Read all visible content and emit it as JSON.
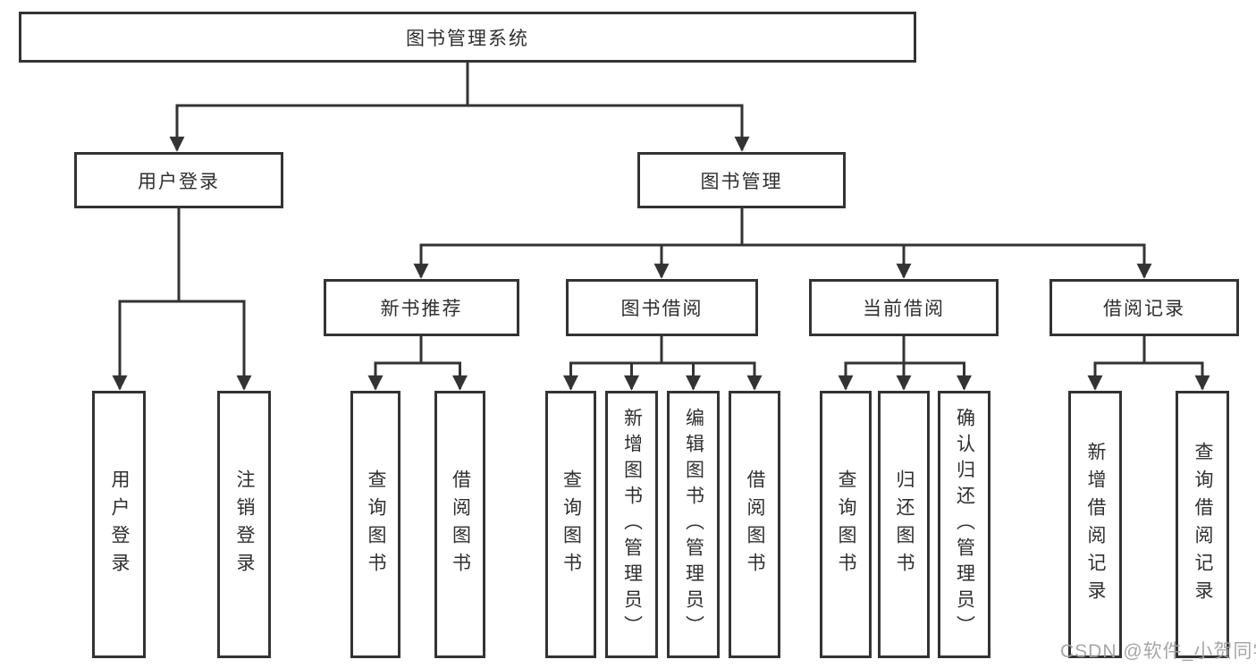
{
  "diagram": {
    "root": "图书管理系统",
    "branches": [
      {
        "label": "用户登录",
        "leaves": [
          "用户登录",
          "注销登录"
        ]
      },
      {
        "label": "图书管理",
        "children": [
          {
            "label": "新书推荐",
            "leaves": [
              "查询图书",
              "借阅图书"
            ]
          },
          {
            "label": "图书借阅",
            "leaves": [
              "查询图书",
              "新增图书（管理员）",
              "编辑图书（管理员）",
              "借阅图书"
            ]
          },
          {
            "label": "当前借阅",
            "leaves": [
              "查询图书",
              "归还图书",
              "确认归还（管理员）"
            ]
          },
          {
            "label": "借阅记录",
            "leaves": [
              "新增借阅记录",
              "查询借阅记录"
            ]
          }
        ]
      }
    ]
  },
  "watermark": "CSDN @软件_小贺同学",
  "colors": {
    "line": "#333333",
    "text": "#2f2f2f",
    "watermark": "#a2a2a2",
    "background": "#ffffff"
  }
}
